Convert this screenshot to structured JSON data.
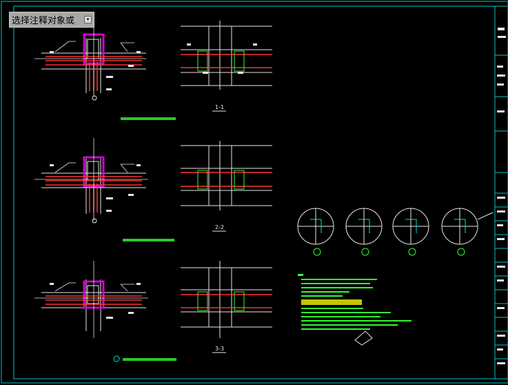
{
  "command_prompt": {
    "text": "选择注释对象或",
    "icon": "dropdown-arrow-icon"
  },
  "colors": {
    "background": "#000000",
    "frame": "#00c8c8",
    "rebar": "#ff3030",
    "stirrup_box": "#d000d0",
    "line_white": "#e8e8e8",
    "note_green": "#30ff30",
    "detail_cyan": "#00e0e0",
    "highlight_yellow": "#e8e800"
  },
  "drawing": {
    "section_labels": [
      "1-1",
      "2-2",
      "3-3"
    ],
    "detail_count": 4
  }
}
